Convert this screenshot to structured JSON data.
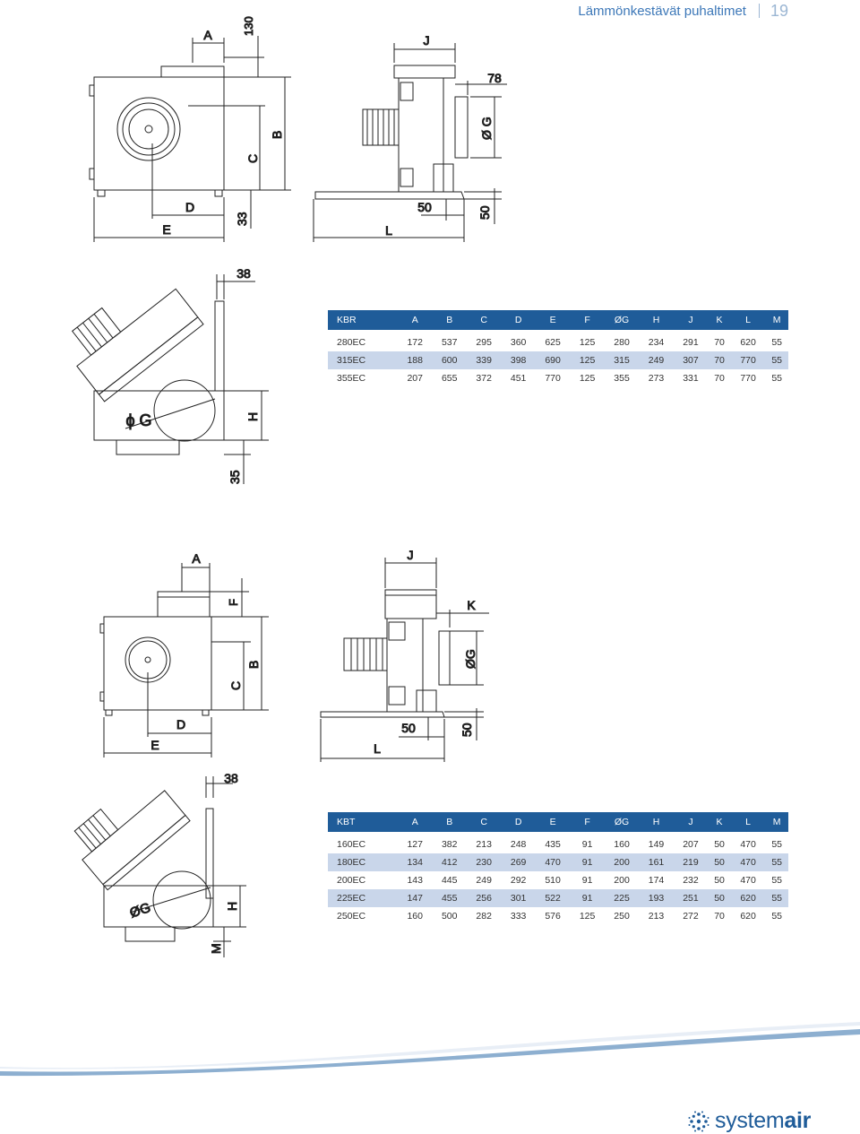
{
  "header": {
    "title": "Lämmönkestävät puhaltimet",
    "page": "19"
  },
  "drawing1": {
    "labels": {
      "A": "A",
      "v130": "130",
      "J": "J",
      "v78": "78",
      "G": "Ø G",
      "B": "B",
      "C": "C",
      "D": "D",
      "E": "E",
      "v33": "33",
      "L": "L",
      "v50a": "50",
      "v50b": "50"
    }
  },
  "drawing2": {
    "labels": {
      "v38": "38",
      "G": "ϕ G",
      "H": "H",
      "v35": "35"
    }
  },
  "drawing3": {
    "labels": {
      "A": "A",
      "J": "J",
      "F": "F",
      "K": "K",
      "B": "B",
      "C": "C",
      "G": "ØG",
      "D": "D",
      "E": "E",
      "L": "L",
      "v50a": "50",
      "v50b": "50"
    }
  },
  "drawing4": {
    "labels": {
      "v38": "38",
      "G": "ØG",
      "H": "H",
      "M": "M"
    }
  },
  "kbr_table": {
    "headers": [
      "KBR",
      "A",
      "B",
      "C",
      "D",
      "E",
      "F",
      "ØG",
      "H",
      "J",
      "K",
      "L",
      "M"
    ],
    "rows": [
      [
        "280EC",
        "172",
        "537",
        "295",
        "360",
        "625",
        "125",
        "280",
        "234",
        "291",
        "70",
        "620",
        "55"
      ],
      [
        "315EC",
        "188",
        "600",
        "339",
        "398",
        "690",
        "125",
        "315",
        "249",
        "307",
        "70",
        "770",
        "55"
      ],
      [
        "355EC",
        "207",
        "655",
        "372",
        "451",
        "770",
        "125",
        "355",
        "273",
        "331",
        "70",
        "770",
        "55"
      ]
    ]
  },
  "kbt_table": {
    "headers": [
      "KBT",
      "A",
      "B",
      "C",
      "D",
      "E",
      "F",
      "ØG",
      "H",
      "J",
      "K",
      "L",
      "M"
    ],
    "rows": [
      [
        "160EC",
        "127",
        "382",
        "213",
        "248",
        "435",
        "91",
        "160",
        "149",
        "207",
        "50",
        "470",
        "55"
      ],
      [
        "180EC",
        "134",
        "412",
        "230",
        "269",
        "470",
        "91",
        "200",
        "161",
        "219",
        "50",
        "470",
        "55"
      ],
      [
        "200EC",
        "143",
        "445",
        "249",
        "292",
        "510",
        "91",
        "200",
        "174",
        "232",
        "50",
        "470",
        "55"
      ],
      [
        "225EC",
        "147",
        "455",
        "256",
        "301",
        "522",
        "91",
        "225",
        "193",
        "251",
        "50",
        "620",
        "55"
      ],
      [
        "250EC",
        "160",
        "500",
        "282",
        "333",
        "576",
        "125",
        "250",
        "213",
        "272",
        "70",
        "620",
        "55"
      ]
    ]
  },
  "footer": {
    "brand_regular": "system",
    "brand_bold": "air",
    "wave_color": "#8dafd0",
    "brand_color": "#1f5c99"
  }
}
